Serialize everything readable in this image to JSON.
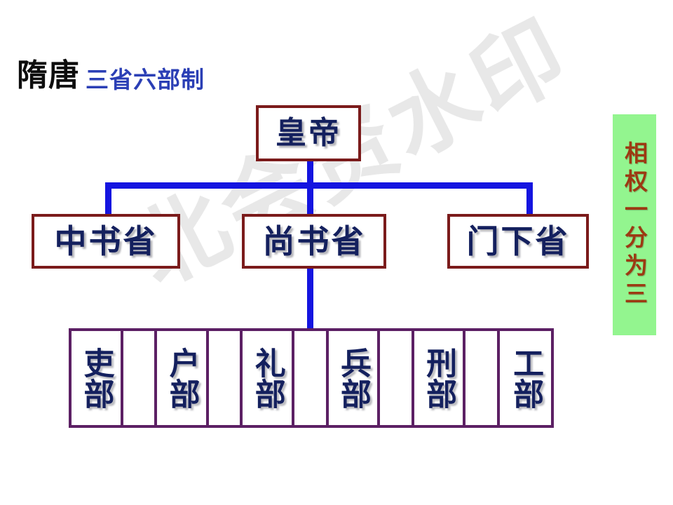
{
  "slide": {
    "background_color": "#ffffff",
    "watermark_text": "北会资水印"
  },
  "title": {
    "main": "隋唐",
    "main_color": "#0d0d0d",
    "sub": "三省六部制",
    "sub_color": "#2b3fb5"
  },
  "chart": {
    "box_border_color": "#7b1b1b",
    "connector_color": "#1414e0",
    "text_color": "#14205e",
    "ministries_border_color": "#5c2064",
    "emperor": {
      "label": "皇帝"
    },
    "departments": [
      {
        "label": "中书省"
      },
      {
        "label": "尚书省"
      },
      {
        "label": "门下省"
      }
    ],
    "ministries": [
      {
        "label": "吏部"
      },
      {
        "label": "户部"
      },
      {
        "label": "礼部"
      },
      {
        "label": "兵部"
      },
      {
        "label": "刑部"
      },
      {
        "label": "工部"
      }
    ]
  },
  "side_note": {
    "label": "相权一分为三",
    "background_color": "#93f58f",
    "text_color": "#9c3a12"
  }
}
